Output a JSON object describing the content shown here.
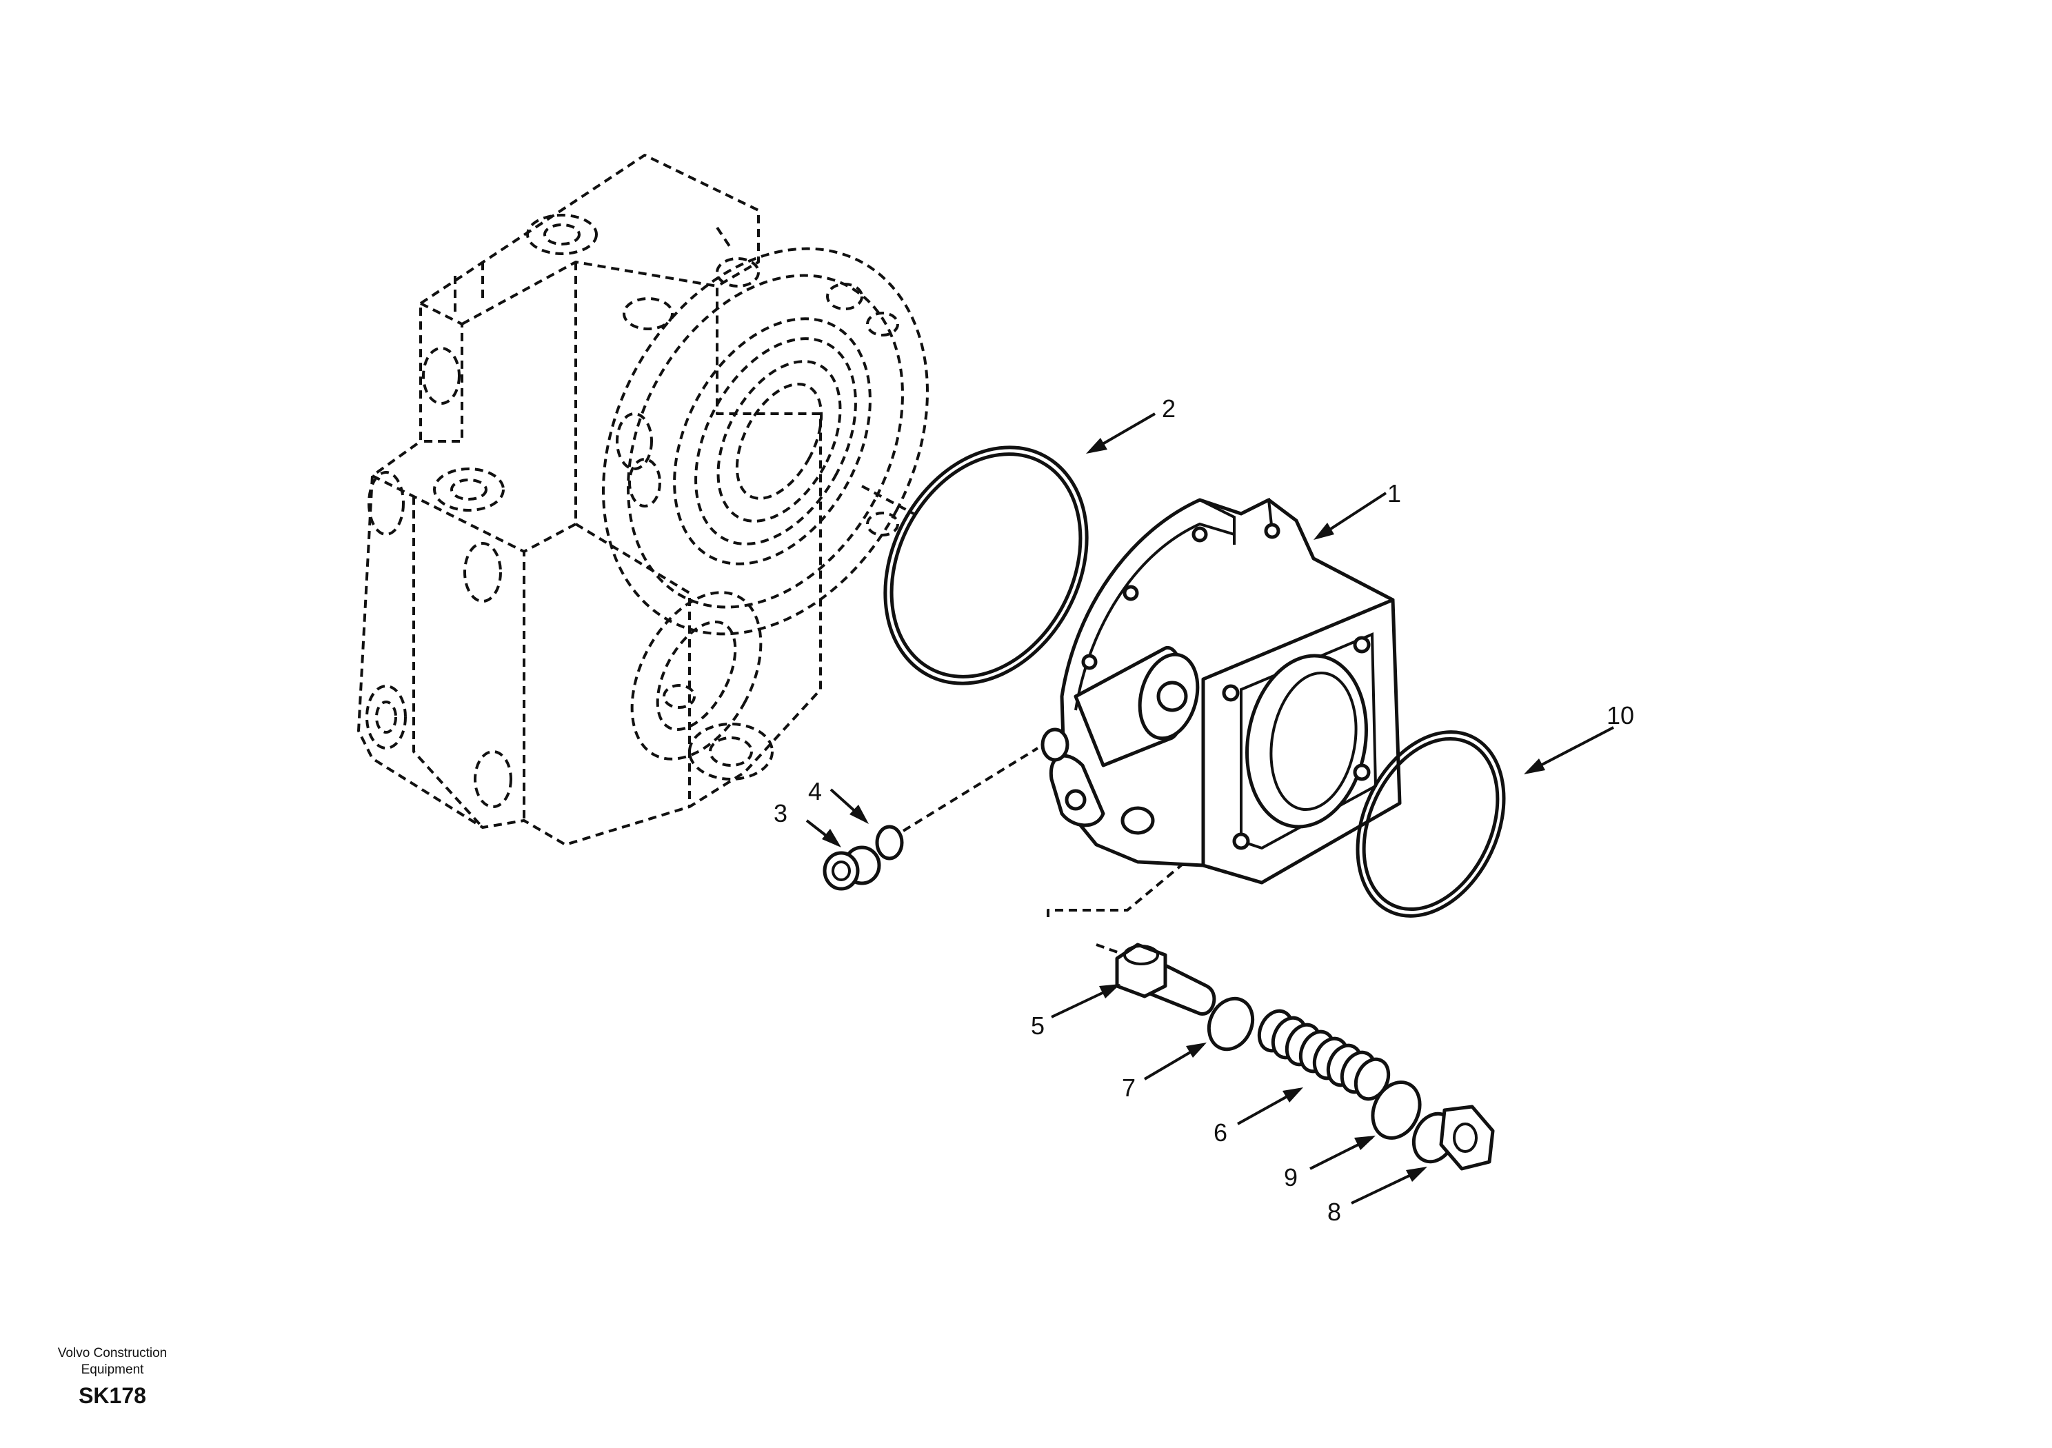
{
  "callouts": {
    "c1": "1",
    "c2": "2",
    "c3": "3",
    "c4": "4",
    "c5": "5",
    "c6": "6",
    "c7": "7",
    "c8": "8",
    "c9": "9",
    "c10": "10"
  },
  "footer": {
    "maker_line1": "Volvo Construction",
    "maker_line2": "Equipment",
    "code": "SK178"
  }
}
